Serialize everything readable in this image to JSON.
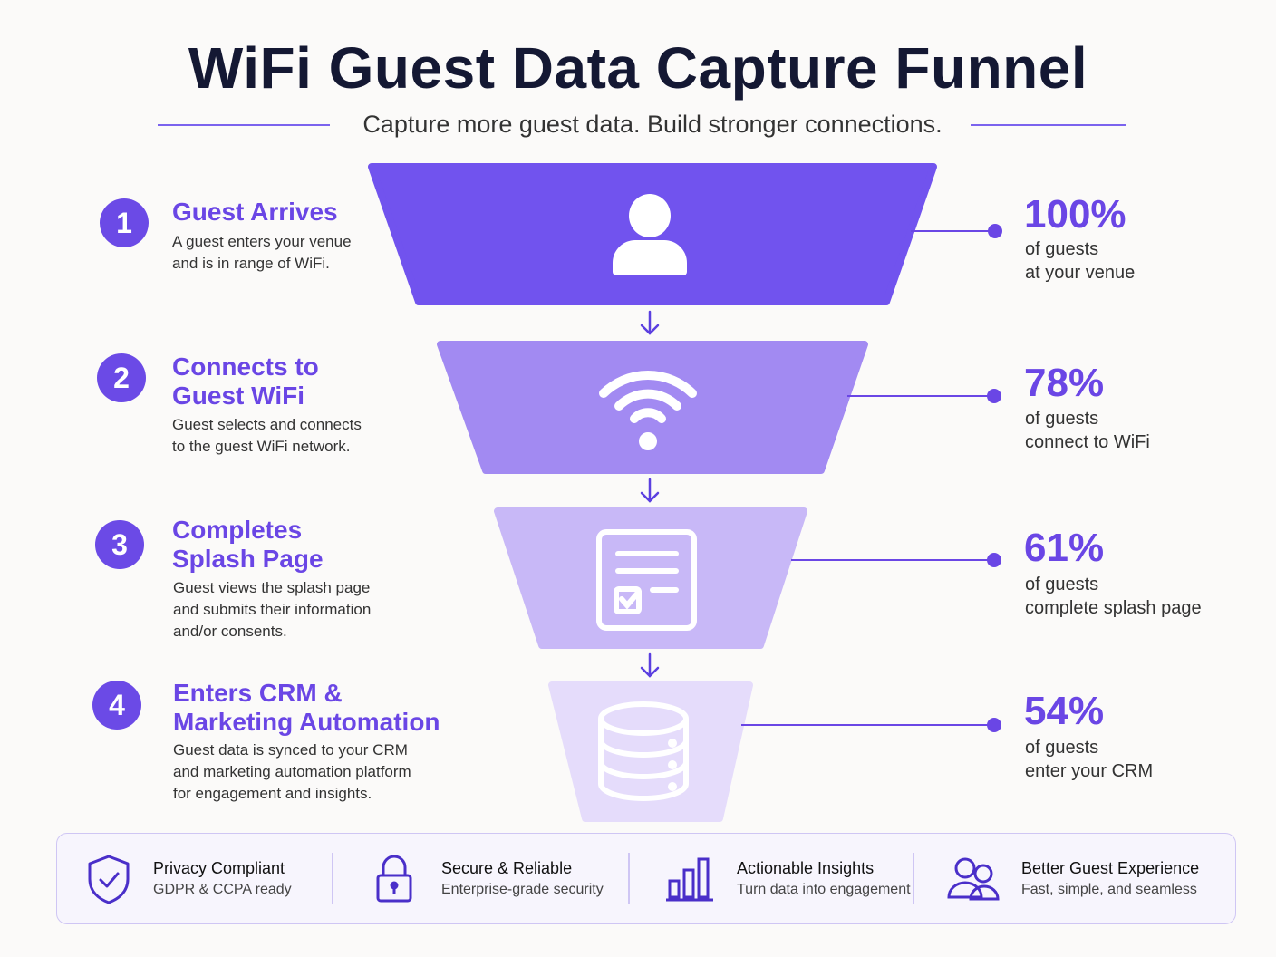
{
  "header": {
    "title": "WiFi Guest Data Capture Funnel",
    "subtitle": "Capture more guest data. Build stronger connections."
  },
  "colors": {
    "accent": "#6A46E5",
    "stage1": "#6F52EE",
    "stage2": "#A28AF2",
    "stage3": "#C7B7F7",
    "stage4": "#E4DBFB"
  },
  "stages": [
    {
      "number": "1",
      "title": "Guest Arrives",
      "desc": [
        "A guest enters your venue",
        "and is in range of WiFi."
      ],
      "icon": "person-icon",
      "percent": "100%",
      "stat": [
        "of guests",
        "at your venue"
      ]
    },
    {
      "number": "2",
      "title": "Connects to Guest WiFi",
      "title_lines": [
        "Connects to",
        "Guest WiFi"
      ],
      "desc": [
        "Guest selects and connects",
        "to the guest WiFi network."
      ],
      "icon": "wifi-icon",
      "percent": "78%",
      "stat": [
        "of guests",
        "connect to WiFi"
      ]
    },
    {
      "number": "3",
      "title_lines": [
        "Completes",
        "Splash Page"
      ],
      "desc": [
        "Guest views the splash page",
        "and submits their information",
        "and/or consents."
      ],
      "icon": "form-icon",
      "percent": "61%",
      "stat": [
        "of guests",
        "complete splash page"
      ]
    },
    {
      "number": "4",
      "title_lines": [
        "Enters CRM &",
        "Marketing Automation"
      ],
      "desc": [
        "Guest data is synced to your CRM",
        "and marketing automation platform",
        "for engagement and insights."
      ],
      "icon": "database-icon",
      "percent": "54%",
      "stat": [
        "of guests",
        "enter your CRM"
      ]
    }
  ],
  "features": [
    {
      "title": "Privacy Compliant",
      "sub": "GDPR & CCPA ready",
      "icon": "shield-check-icon"
    },
    {
      "title": "Secure & Reliable",
      "sub": "Enterprise-grade security",
      "icon": "lock-icon"
    },
    {
      "title": "Actionable Insights",
      "sub": "Turn data into engagement",
      "icon": "bar-chart-icon"
    },
    {
      "title": "Better Guest Experience",
      "sub": "Fast, simple, and seamless",
      "icon": "users-icon"
    }
  ]
}
